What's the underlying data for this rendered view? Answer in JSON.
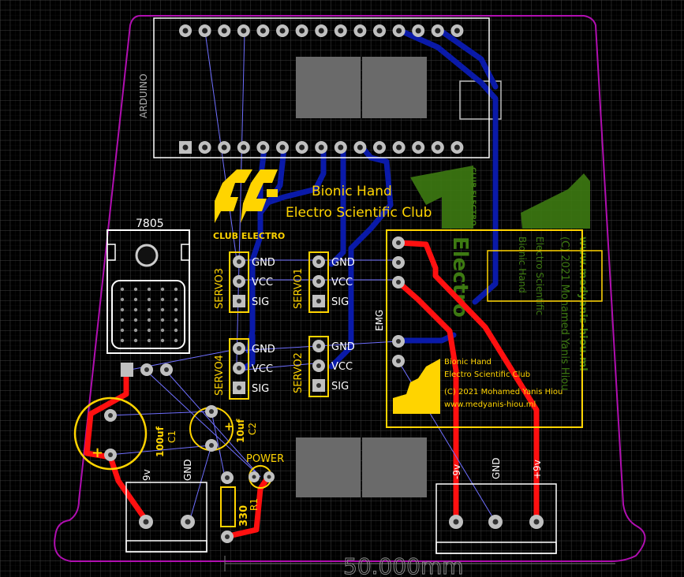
{
  "board": {
    "arduino_label": "ARDUINO",
    "title_line1": "Bionic Hand",
    "title_line2": "Electro Scientific Club",
    "club_logo_text": "CLUB ELECTRO",
    "regulator_label": "7805",
    "servo_headers": [
      {
        "name": "SERVO3",
        "pins": [
          "GND",
          "VCC",
          "SIG"
        ]
      },
      {
        "name": "SERVO1",
        "pins": [
          "GND",
          "VCC",
          "SIG"
        ]
      },
      {
        "name": "SERVO4",
        "pins": [
          "GND",
          "VCC",
          "SIG"
        ]
      },
      {
        "name": "SERVO2",
        "pins": [
          "GND",
          "VCC",
          "SIG"
        ]
      }
    ],
    "emg_label": "EMG",
    "emg_info": [
      "Bionic Hand",
      "Electro Scientific Club",
      "(C) 2021 Mohamed Yanis Hiou",
      "www.medyanis-hiou.ml"
    ],
    "cap1": {
      "value": "100uf",
      "ref": "C1"
    },
    "cap2": {
      "value": "10uf",
      "ref": "C2"
    },
    "power_label": "POWER",
    "resistor": {
      "value": "330",
      "ref": "R1"
    },
    "left_connector": [
      "9v",
      "GND"
    ],
    "right_connector": [
      "-9v",
      "GND",
      "+9v"
    ],
    "dimension_text": "50.000mm",
    "bottom_layer_text": [
      "Bionic Hand",
      "Electro Scientific",
      "(C) 2021 Mohamed Yanis Hiou",
      "www.medyanis-hiou.ml",
      "Electro",
      "CLUB ELECTRO"
    ],
    "colors": {
      "background": "#000000",
      "grid": "#3a3a3a",
      "outline": "#b00fb0",
      "silkscreen": "#ffd400",
      "top_copper": "#ff1010",
      "bottom_copper": "#0a1aa8",
      "bottom_silk": "#3d7a12",
      "pad": "#c0c0c0",
      "ratsnest": "#6f6fff"
    }
  }
}
